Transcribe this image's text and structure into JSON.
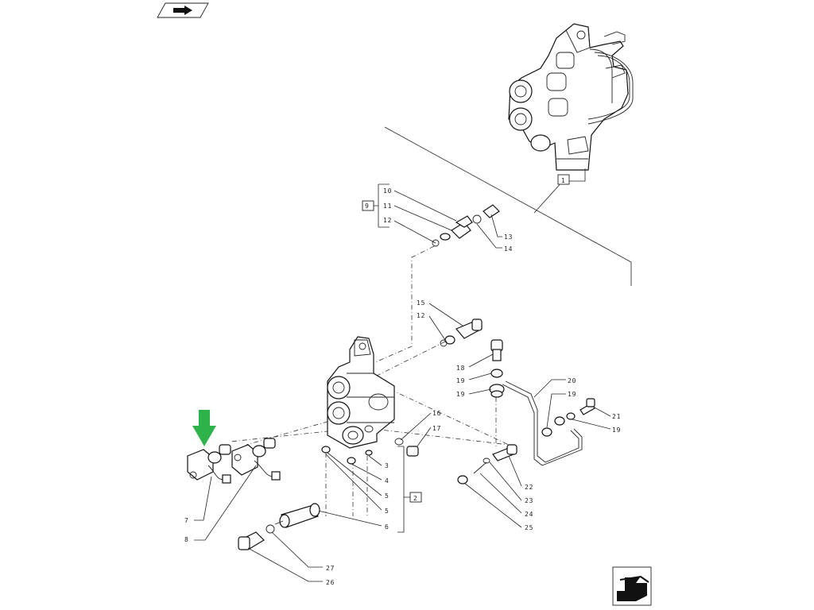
{
  "nav": {
    "top_icon": "arrow-right-icon",
    "bottom_icon": "arrow-down-left-icon"
  },
  "highlight": {
    "icon": "green-down-arrow-icon",
    "color": "#2db34a"
  },
  "callouts": {
    "c1": "1",
    "c2": "2",
    "c3": "3",
    "c4": "4",
    "c5a": "5",
    "c5b": "5",
    "c6": "6",
    "c7": "7",
    "c8": "8",
    "c9": "9",
    "c10": "10",
    "c11": "11",
    "c12a": "12",
    "c12b": "12",
    "c13": "13",
    "c14": "14",
    "c15": "15",
    "c16": "16",
    "c17": "17",
    "c18": "18",
    "c19a": "19",
    "c19b": "19",
    "c19c": "19",
    "c19d": "19",
    "c20": "20",
    "c21": "21",
    "c22": "22",
    "c23": "23",
    "c24": "24",
    "c25": "25",
    "c26": "26",
    "c27": "27"
  }
}
